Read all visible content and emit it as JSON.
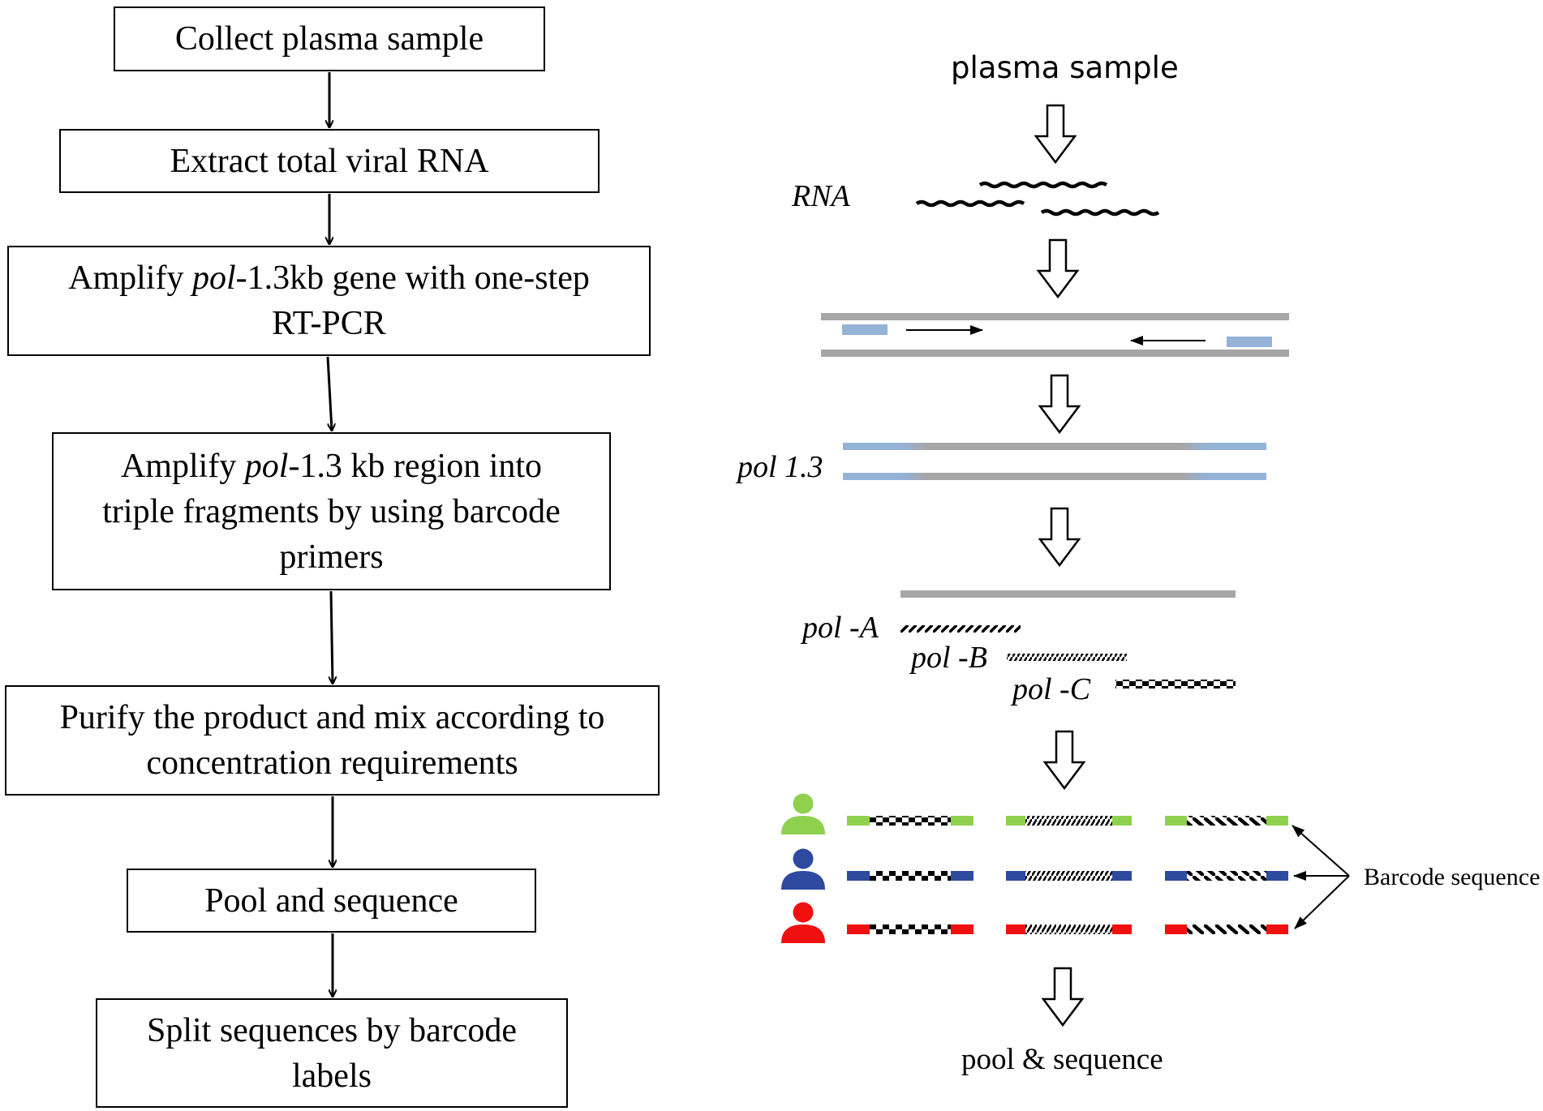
{
  "flowchart": {
    "steps": [
      {
        "parts": [
          {
            "t": "Collect plasma sample",
            "i": false
          }
        ]
      },
      {
        "parts": [
          {
            "t": "Extract total viral RNA",
            "i": false
          }
        ]
      },
      {
        "parts": [
          {
            "t": "Amplify ",
            "i": false
          },
          {
            "t": "pol",
            "i": true
          },
          {
            "t": "-1.3kb gene with one-step",
            "i": false
          },
          {
            "br": true
          },
          {
            "t": "RT-PCR",
            "i": false
          }
        ]
      },
      {
        "parts": [
          {
            "t": "Amplify ",
            "i": false
          },
          {
            "t": "pol",
            "i": true
          },
          {
            "t": "-1.3 kb region into",
            "i": false
          },
          {
            "br": true
          },
          {
            "t": "triple fragments by using barcode",
            "i": false
          },
          {
            "br": true
          },
          {
            "t": "primers",
            "i": false
          }
        ]
      },
      {
        "parts": [
          {
            "t": "Purify the product and mix according to",
            "i": false
          },
          {
            "br": true
          },
          {
            "t": "concentration requirements",
            "i": false
          }
        ]
      },
      {
        "parts": [
          {
            "t": "Pool and sequence",
            "i": false
          }
        ]
      },
      {
        "parts": [
          {
            "t": "Split sequences by barcode",
            "i": false
          },
          {
            "br": true
          },
          {
            "t": "labels",
            "i": false
          }
        ]
      }
    ]
  },
  "schematic": {
    "plasma_label": "plasma sample",
    "rna_label": "RNA",
    "pol13_label": "pol 1.3",
    "fragment_labels": {
      "a": "pol -A",
      "b": "pol -B",
      "c": "pol -C"
    },
    "barcode_label": "Barcode sequence",
    "pool_label": "pool & sequence",
    "colors": {
      "strand_gray": "#a6a6a6",
      "primer_blue": "#95b3d7",
      "sample_1": "#8fd14f",
      "sample_2": "#2e4a9e",
      "sample_3": "#f01010"
    }
  }
}
